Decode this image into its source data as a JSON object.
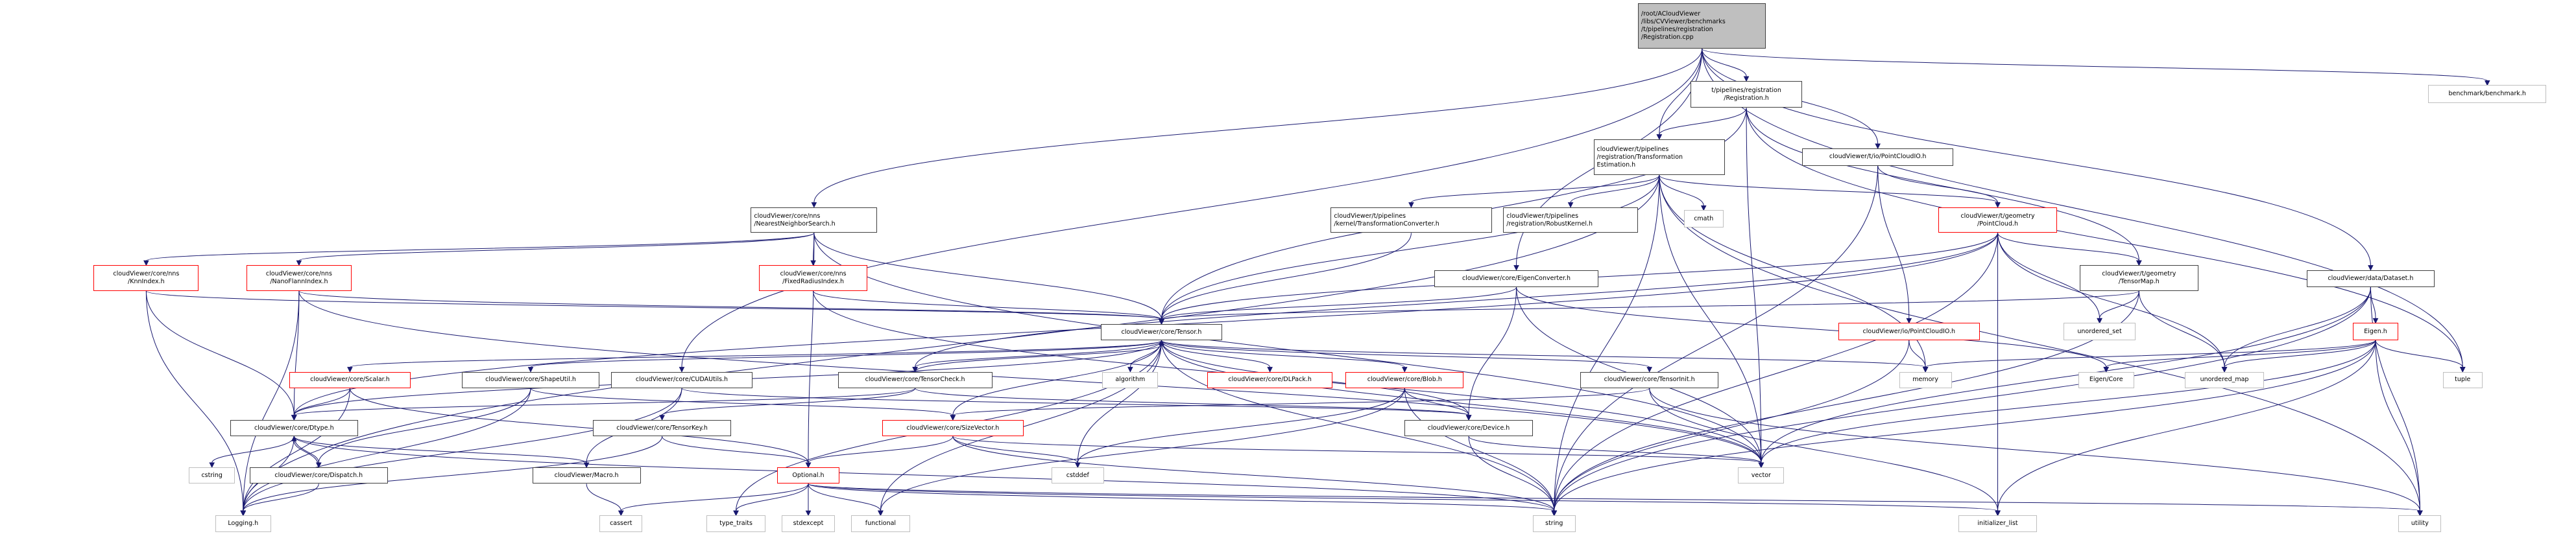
{
  "diagram": {
    "type": "include-dependency-graph",
    "colors": {
      "edge": "#191970",
      "root_fill": "#bfbfbf",
      "documented_border": "#404040",
      "incomplete_border": "#ff0000",
      "external_border": "#bfbfbf"
    },
    "nodes": [
      {
        "id": "root",
        "kind": "root",
        "label": "/root/ACloudViewer\n/libs/CVViewer/benchmarks\n/t/pipelines/registration\n/Registration.cpp"
      },
      {
        "id": "reg_h",
        "kind": "doc",
        "label": "t/pipelines/registration\n/Registration.h"
      },
      {
        "id": "bench",
        "kind": "ext",
        "label": "benchmark/benchmark.h"
      },
      {
        "id": "te_h",
        "kind": "doc",
        "label": "cloudViewer/t/pipelines\n/registration/Transformation\nEstimation.h"
      },
      {
        "id": "tpcio",
        "kind": "doc",
        "label": "cloudViewer/t/io/PointCloudIO.h"
      },
      {
        "id": "nns",
        "kind": "doc",
        "label": "cloudViewer/core/nns\n/NearestNeighborSearch.h"
      },
      {
        "id": "tconv",
        "kind": "doc",
        "label": "cloudViewer/t/pipelines\n/kernel/TransformationConverter.h"
      },
      {
        "id": "robust",
        "kind": "doc",
        "label": "cloudViewer/t/pipelines\n/registration/RobustKernel.h"
      },
      {
        "id": "cmath",
        "kind": "ext",
        "label": "cmath"
      },
      {
        "id": "tpc",
        "kind": "red",
        "label": "cloudViewer/t/geometry\n/PointCloud.h"
      },
      {
        "id": "knn",
        "kind": "red",
        "label": "cloudViewer/core/nns\n/KnnIndex.h"
      },
      {
        "id": "nano",
        "kind": "red",
        "label": "cloudViewer/core/nns\n/NanoFlannIndex.h"
      },
      {
        "id": "fixed",
        "kind": "red",
        "label": "cloudViewer/core/nns\n/FixedRadiusIndex.h"
      },
      {
        "id": "eigconv",
        "kind": "doc",
        "label": "cloudViewer/core/EigenConverter.h"
      },
      {
        "id": "tmap",
        "kind": "doc",
        "label": "cloudViewer/t/geometry\n/TensorMap.h"
      },
      {
        "id": "dataset",
        "kind": "doc",
        "label": "cloudViewer/data/Dataset.h"
      },
      {
        "id": "tensor",
        "kind": "doc",
        "label": "cloudViewer/core/Tensor.h"
      },
      {
        "id": "iopcio",
        "kind": "red",
        "label": "cloudViewer/io/PointCloudIO.h"
      },
      {
        "id": "uset",
        "kind": "ext",
        "label": "unordered_set"
      },
      {
        "id": "eigen",
        "kind": "red",
        "label": "Eigen.h"
      },
      {
        "id": "scalar",
        "kind": "red",
        "label": "cloudViewer/core/Scalar.h"
      },
      {
        "id": "shape",
        "kind": "doc",
        "label": "cloudViewer/core/ShapeUtil.h"
      },
      {
        "id": "cuda",
        "kind": "doc",
        "label": "cloudViewer/core/CUDAUtils.h"
      },
      {
        "id": "tcheck",
        "kind": "doc",
        "label": "cloudViewer/core/TensorCheck.h"
      },
      {
        "id": "algorithm",
        "kind": "ext",
        "label": "algorithm"
      },
      {
        "id": "dlpack",
        "kind": "red",
        "label": "cloudViewer/core/DLPack.h"
      },
      {
        "id": "blob",
        "kind": "red",
        "label": "cloudViewer/core/Blob.h"
      },
      {
        "id": "tinit",
        "kind": "doc",
        "label": "cloudViewer/core/TensorInit.h"
      },
      {
        "id": "memory",
        "kind": "ext",
        "label": "memory"
      },
      {
        "id": "eigcore",
        "kind": "ext",
        "label": "Eigen/Core"
      },
      {
        "id": "umap",
        "kind": "ext",
        "label": "unordered_map"
      },
      {
        "id": "tuple",
        "kind": "ext",
        "label": "tuple"
      },
      {
        "id": "dtype",
        "kind": "doc",
        "label": "cloudViewer/core/Dtype.h"
      },
      {
        "id": "tkey",
        "kind": "doc",
        "label": "cloudViewer/core/TensorKey.h"
      },
      {
        "id": "sizevec",
        "kind": "red",
        "label": "cloudViewer/core/SizeVector.h"
      },
      {
        "id": "device",
        "kind": "doc",
        "label": "cloudViewer/core/Device.h"
      },
      {
        "id": "cstring",
        "kind": "ext",
        "label": "cstring"
      },
      {
        "id": "dispatch",
        "kind": "doc",
        "label": "cloudViewer/core/Dispatch.h"
      },
      {
        "id": "macro",
        "kind": "doc",
        "label": "cloudViewer/Macro.h"
      },
      {
        "id": "optional",
        "kind": "red",
        "label": "Optional.h"
      },
      {
        "id": "cstddef",
        "kind": "ext",
        "label": "cstddef"
      },
      {
        "id": "vector",
        "kind": "ext",
        "label": "vector"
      },
      {
        "id": "logging",
        "kind": "ext",
        "label": "Logging.h"
      },
      {
        "id": "cassert",
        "kind": "ext",
        "label": "cassert"
      },
      {
        "id": "typetraits",
        "kind": "ext",
        "label": "type_traits"
      },
      {
        "id": "stdexcept",
        "kind": "ext",
        "label": "stdexcept"
      },
      {
        "id": "functional",
        "kind": "ext",
        "label": "functional"
      },
      {
        "id": "string",
        "kind": "ext",
        "label": "string"
      },
      {
        "id": "initlist",
        "kind": "ext",
        "label": "initializer_list"
      },
      {
        "id": "utility",
        "kind": "ext",
        "label": "utility"
      }
    ],
    "edges": [
      [
        "root",
        "reg_h"
      ],
      [
        "root",
        "bench"
      ],
      [
        "root",
        "te_h"
      ],
      [
        "root",
        "tpcio"
      ],
      [
        "root",
        "nns"
      ],
      [
        "root",
        "eigconv"
      ],
      [
        "root",
        "dataset"
      ],
      [
        "root",
        "tuple"
      ],
      [
        "root",
        "cuda"
      ],
      [
        "reg_h",
        "te_h"
      ],
      [
        "reg_h",
        "tensor"
      ],
      [
        "reg_h",
        "tmap"
      ],
      [
        "reg_h",
        "vector"
      ],
      [
        "reg_h",
        "tuple"
      ],
      [
        "te_h",
        "tconv"
      ],
      [
        "te_h",
        "robust"
      ],
      [
        "te_h",
        "cmath"
      ],
      [
        "te_h",
        "tpc"
      ],
      [
        "te_h",
        "tensor"
      ],
      [
        "te_h",
        "logging"
      ],
      [
        "te_h",
        "vector"
      ],
      [
        "te_h",
        "memory"
      ],
      [
        "te_h",
        "string"
      ],
      [
        "te_h",
        "utility"
      ],
      [
        "tpcio",
        "tpc"
      ],
      [
        "tpcio",
        "iopcio"
      ],
      [
        "tpcio",
        "string"
      ],
      [
        "nns",
        "knn"
      ],
      [
        "nns",
        "nano"
      ],
      [
        "nns",
        "fixed"
      ],
      [
        "nns",
        "tensor"
      ],
      [
        "nns",
        "vector"
      ],
      [
        "nns",
        "optional"
      ],
      [
        "tconv",
        "tensor"
      ],
      [
        "tpc",
        "tmap"
      ],
      [
        "tpc",
        "tensor"
      ],
      [
        "tpc",
        "tcheck"
      ],
      [
        "tpc",
        "dtype"
      ],
      [
        "tpc",
        "uset"
      ],
      [
        "tpc",
        "umap"
      ],
      [
        "tpc",
        "string"
      ],
      [
        "tpc",
        "initlist"
      ],
      [
        "knn",
        "tensor"
      ],
      [
        "knn",
        "dtype"
      ],
      [
        "knn",
        "logging"
      ],
      [
        "nano",
        "tensor"
      ],
      [
        "nano",
        "dtype"
      ],
      [
        "nano",
        "logging"
      ],
      [
        "nano",
        "vector"
      ],
      [
        "fixed",
        "tensor"
      ],
      [
        "fixed",
        "vector"
      ],
      [
        "eigconv",
        "tensor"
      ],
      [
        "eigconv",
        "eigcore"
      ],
      [
        "eigconv",
        "device"
      ],
      [
        "eigconv",
        "vector"
      ],
      [
        "tmap",
        "tensor"
      ],
      [
        "tmap",
        "uset"
      ],
      [
        "tmap",
        "umap"
      ],
      [
        "tmap",
        "string"
      ],
      [
        "dataset",
        "eigen"
      ],
      [
        "dataset",
        "umap"
      ],
      [
        "dataset",
        "vector"
      ],
      [
        "dataset",
        "string"
      ],
      [
        "dataset",
        "utility"
      ],
      [
        "eigen",
        "memory"
      ],
      [
        "eigen",
        "eigcore"
      ],
      [
        "eigen",
        "umap"
      ],
      [
        "eigen",
        "tuple"
      ],
      [
        "eigen",
        "vector"
      ],
      [
        "eigen",
        "string"
      ],
      [
        "eigen",
        "initlist"
      ],
      [
        "eigen",
        "utility"
      ],
      [
        "tensor",
        "scalar"
      ],
      [
        "tensor",
        "shape"
      ],
      [
        "tensor",
        "tcheck"
      ],
      [
        "tensor",
        "algorithm"
      ],
      [
        "tensor",
        "dlpack"
      ],
      [
        "tensor",
        "blob"
      ],
      [
        "tensor",
        "tinit"
      ],
      [
        "tensor",
        "memory"
      ],
      [
        "tensor",
        "dtype"
      ],
      [
        "tensor",
        "sizevec"
      ],
      [
        "tensor",
        "device"
      ],
      [
        "tensor",
        "cstddef"
      ],
      [
        "tensor",
        "string"
      ],
      [
        "tensor",
        "vector"
      ],
      [
        "tensor",
        "typetraits"
      ],
      [
        "tensor",
        "functional"
      ],
      [
        "iopcio",
        "memory"
      ],
      [
        "iopcio",
        "string"
      ],
      [
        "scalar",
        "dtype"
      ],
      [
        "scalar",
        "logging"
      ],
      [
        "scalar",
        "optional"
      ],
      [
        "shape",
        "dispatch"
      ],
      [
        "shape",
        "logging"
      ],
      [
        "shape",
        "sizevec"
      ],
      [
        "cuda",
        "macro"
      ],
      [
        "cuda",
        "logging"
      ],
      [
        "cuda",
        "device"
      ],
      [
        "tcheck",
        "tensor"
      ],
      [
        "tcheck",
        "dtype"
      ],
      [
        "tcheck",
        "device"
      ],
      [
        "tcheck",
        "tkey"
      ],
      [
        "blob",
        "device"
      ],
      [
        "blob",
        "cstddef"
      ],
      [
        "blob",
        "string"
      ],
      [
        "blob",
        "functional"
      ],
      [
        "tinit",
        "sizevec"
      ],
      [
        "tinit",
        "initlist"
      ],
      [
        "tinit",
        "utility"
      ],
      [
        "dtype",
        "cstring"
      ],
      [
        "dtype",
        "dispatch"
      ],
      [
        "dtype",
        "macro"
      ],
      [
        "dtype",
        "logging"
      ],
      [
        "dtype",
        "string"
      ],
      [
        "dispatch",
        "dtype"
      ],
      [
        "dispatch",
        "logging"
      ],
      [
        "tkey",
        "optional"
      ],
      [
        "tkey",
        "logging"
      ],
      [
        "sizevec",
        "optional"
      ],
      [
        "sizevec",
        "cstddef"
      ],
      [
        "sizevec",
        "vector"
      ],
      [
        "sizevec",
        "string"
      ],
      [
        "device",
        "string"
      ],
      [
        "device",
        "vector"
      ],
      [
        "macro",
        "cassert"
      ],
      [
        "optional",
        "cassert"
      ],
      [
        "optional",
        "typetraits"
      ],
      [
        "optional",
        "stdexcept"
      ],
      [
        "optional",
        "functional"
      ],
      [
        "optional",
        "string"
      ],
      [
        "optional",
        "initlist"
      ],
      [
        "optional",
        "utility"
      ]
    ]
  }
}
